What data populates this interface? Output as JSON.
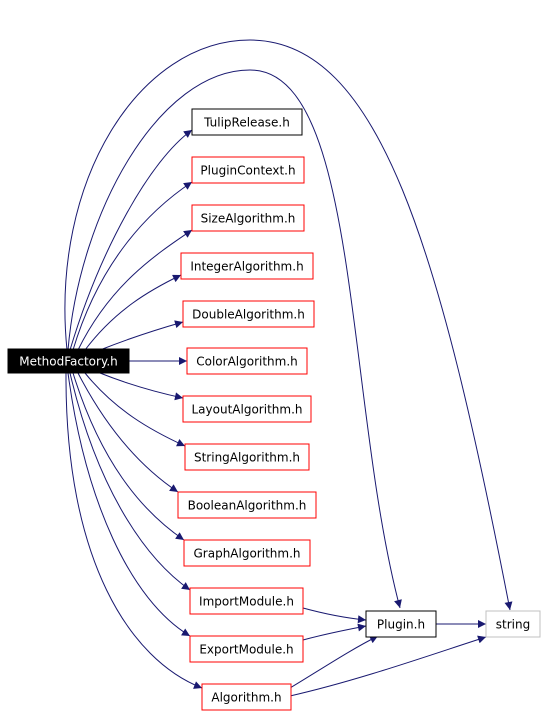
{
  "colors": {
    "edge": "#191970",
    "root_fill": "#000000",
    "root_text": "#ffffff",
    "border_black": "#000000",
    "border_red": "#ff0000",
    "border_gray": "#c0c0c0",
    "text": "#000000"
  },
  "nodes": {
    "methodfactory": "MethodFactory.h",
    "tuliprelease": "TulipRelease.h",
    "plugincontext": "PluginContext.h",
    "sizealgorithm": "SizeAlgorithm.h",
    "integeralgorithm": "IntegerAlgorithm.h",
    "doublealgorithm": "DoubleAlgorithm.h",
    "coloralgorithm": "ColorAlgorithm.h",
    "layoutalgorithm": "LayoutAlgorithm.h",
    "stringalgorithm": "StringAlgorithm.h",
    "booleanalgorithm": "BooleanAlgorithm.h",
    "graphalgorithm": "GraphAlgorithm.h",
    "importmodule": "ImportModule.h",
    "exportmodule": "ExportModule.h",
    "algorithm": "Algorithm.h",
    "plugin": "Plugin.h",
    "string": "string"
  }
}
